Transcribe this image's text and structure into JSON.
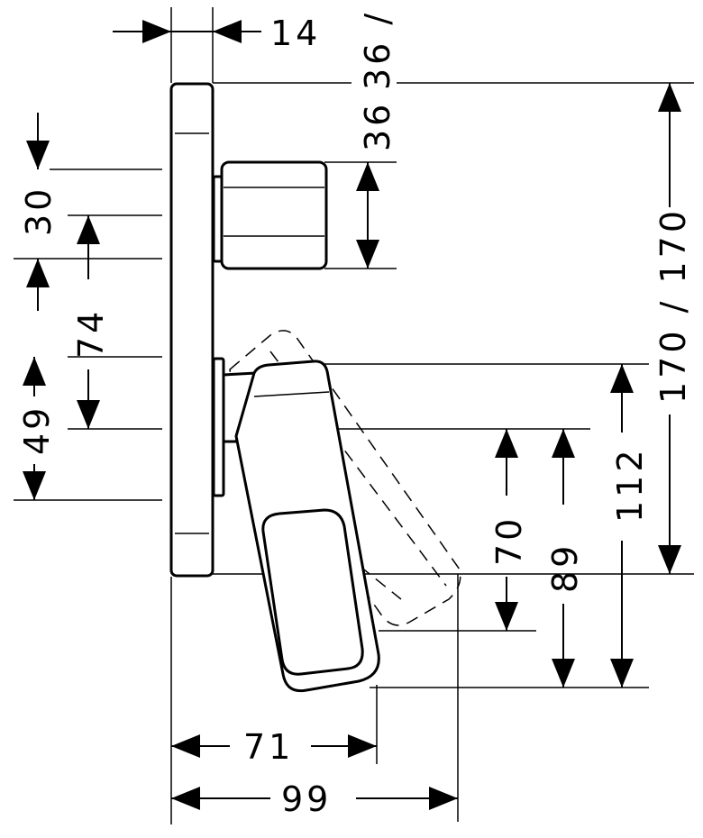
{
  "dimensions": {
    "plate_depth": "14",
    "upper_offset": "36 / 36",
    "knob_height": "36",
    "total_height": "170 / 170",
    "upper_spacing": "30",
    "mid_spacing": "74",
    "lower_spacing": "49",
    "lever_height": "112",
    "lower_left": "70",
    "lower_right": "89",
    "lever_reach": "71",
    "max_reach": "99"
  },
  "colors": {
    "line": "#000000",
    "background": "#ffffff"
  }
}
